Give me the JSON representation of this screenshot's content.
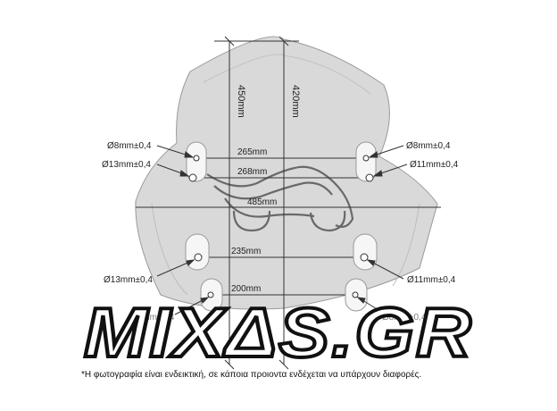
{
  "diagram": {
    "height_labels": {
      "left": "450mm",
      "right": "420mm"
    },
    "width_labels": {
      "w265": "265mm",
      "w268": "268mm",
      "w485": "485mm",
      "w235": "235mm",
      "w200": "200mm"
    },
    "hole_labels": {
      "top_left_a": "Ø8mm±0,4",
      "top_left_b": "Ø13mm±0,4",
      "top_right_a": "Ø8mm±0,4",
      "top_right_b": "Ø11mm±0,4",
      "bottom_left": "Ø13mm±0,4",
      "bottom_right": "Ø11mm±0,4",
      "lowest_left": "Ø8mm±0,4",
      "lowest_right": "Ø8mm±0,4"
    }
  },
  "watermark": {
    "logo_text": "MIXΔS.GR"
  },
  "disclaimer": "*Η φωτογραφία είναι ενδεικτική, σε κάποια προιοντα ενδέχεται να υπάρχουν διαφορές."
}
